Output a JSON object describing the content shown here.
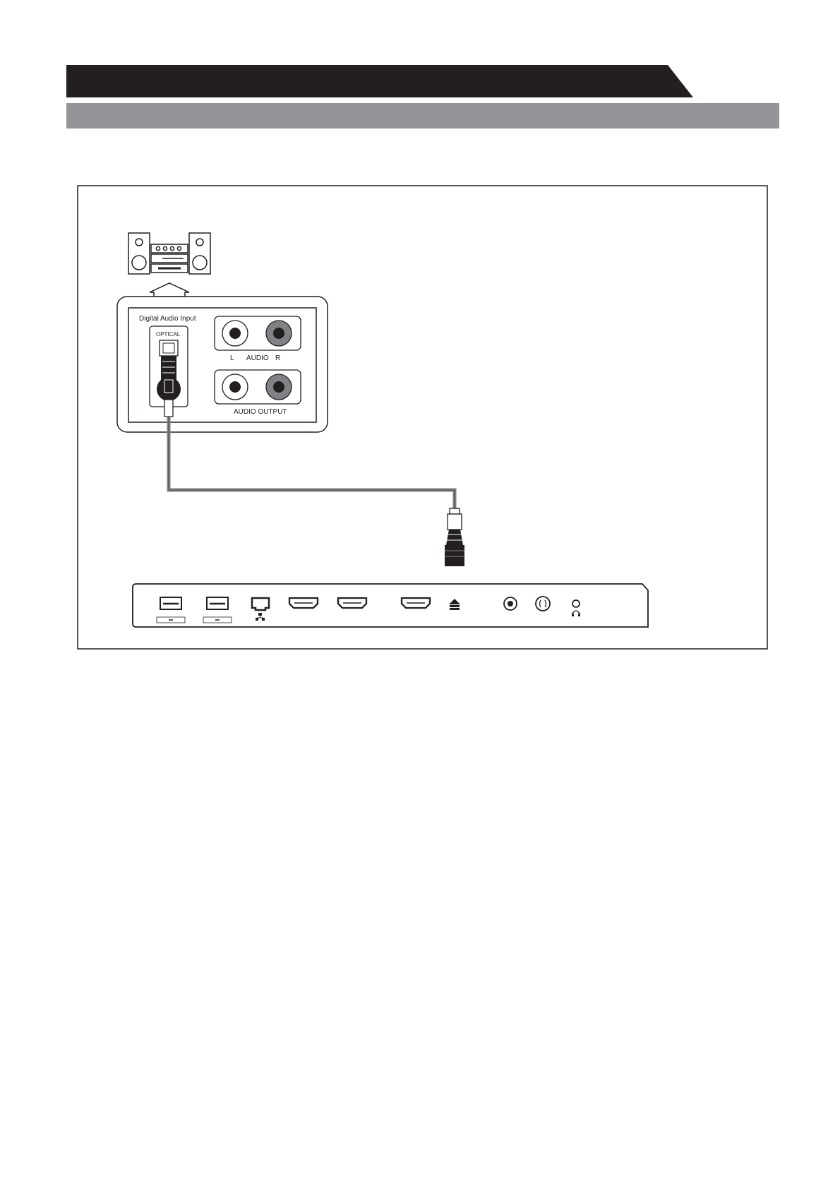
{
  "header": {
    "title": "",
    "subtitle": "",
    "intro": ""
  },
  "receiver_panel": {
    "digital_section_label": "Digital Audio Input",
    "optical_label": "OPTICAL",
    "audio_left_label": "L",
    "audio_label": "AUDIO",
    "audio_right_label": "R",
    "audio_output_label": "AUDIO OUTPUT"
  },
  "tv_panel": {
    "ports": [
      "usb-port-1",
      "usb-port-2",
      "lan-port",
      "hdmi-port-1",
      "hdmi-port-2",
      "hdmi-port-3",
      "optical-port",
      "coaxial-port",
      "antenna-port",
      "headphone-port"
    ]
  },
  "colors": {
    "header_bar": "#231f20",
    "sub_bar": "#939598",
    "cable": "#808285",
    "line": "#231f20"
  }
}
